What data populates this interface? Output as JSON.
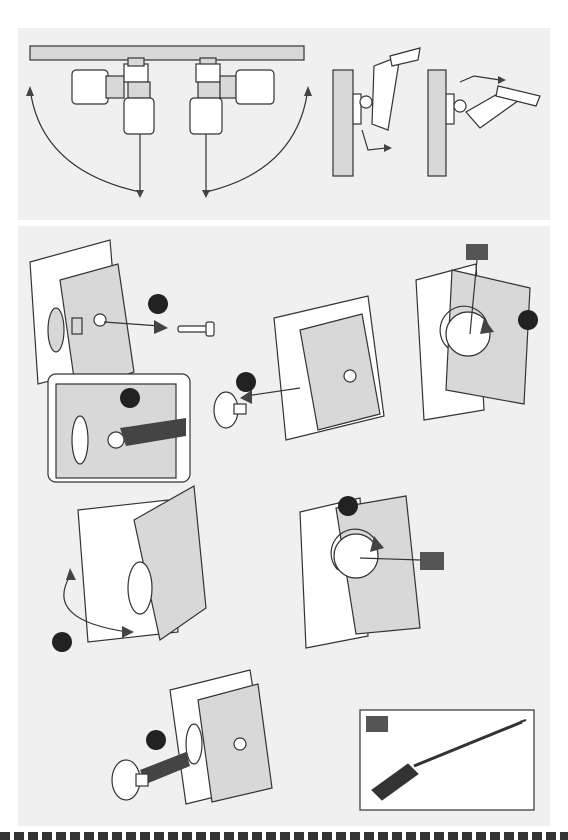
{
  "colors": {
    "panel": "#f0f0f0",
    "ink": "#333333",
    "marker": "#222222",
    "tool_tag": "#555555",
    "arrow": "#444444"
  },
  "icons": [
    "screw-icon",
    "plug-icon",
    "rotate-arrow-icon",
    "screwdriver-icon",
    "arc-angle-icon"
  ],
  "steps": [
    {
      "id": "step-1",
      "marker": ""
    },
    {
      "id": "step-2",
      "marker": ""
    },
    {
      "id": "step-3",
      "marker": ""
    },
    {
      "id": "step-4",
      "marker": ""
    },
    {
      "id": "step-5",
      "marker": ""
    },
    {
      "id": "step-6",
      "marker": ""
    },
    {
      "id": "step-7",
      "marker": ""
    }
  ],
  "tool_box": {
    "label": ""
  }
}
